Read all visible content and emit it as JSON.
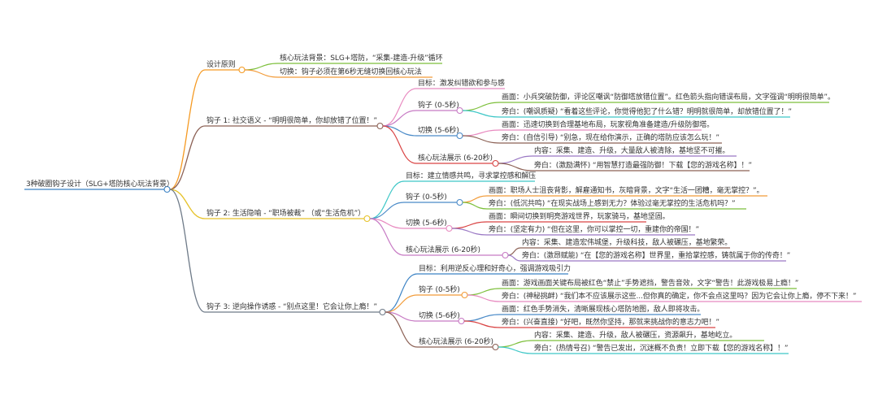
{
  "root": {
    "label": "3种破圈钩子设计（SLG+塔防核心玩法背景）",
    "color": "#3b82c4"
  },
  "branches": [
    {
      "label": "设计原则",
      "color": "#f59a23",
      "children": [
        {
          "label": "核心玩法背景：SLG+塔防，“采集-建造-升级”循环",
          "color": "#7cbf3a",
          "children": []
        },
        {
          "label": "切换：钩子必须在第6秒无缝切换回核心玩法",
          "color": "#f29b38",
          "children": []
        }
      ]
    },
    {
      "label": "钩子 1: 社交语义 - “明明很简单，你却放错了位置！”",
      "color": "#8c6155",
      "children": [
        {
          "label": "目标：激发纠错欲和参与感",
          "color": "#e88ac0",
          "children": []
        },
        {
          "label": "钩子 (0-5秒)",
          "color": "#c77ac4",
          "children": [
            {
              "label": "画面：小兵突破防御，评论区嘲讽“防御塔放错位置”。红色箭头指向错误布局，文字强调“明明很简单”。",
              "color": "#7cbf3a"
            },
            {
              "label": "旁白：(嘲讽质疑) “看着这些评论，你觉得他犯了什么错？明明就很简单，却放错位置了！”",
              "color": "#3ec7c7"
            }
          ]
        },
        {
          "label": "切换 (5-6秒)",
          "color": "#4b8bc8",
          "children": [
            {
              "label": "画面：迅速切换到合理基地布局，玩家视角准备建造/升级防御塔。",
              "color": "#e88ac0"
            },
            {
              "label": "旁白：(自信引导) “别急，现在给你演示，正确的塔防应该怎么玩！”",
              "color": "#8c6155"
            }
          ]
        },
        {
          "label": "核心玩法展示 (6-20秒)",
          "color": "#d94343",
          "children": [
            {
              "label": "内容：采集、建造、升级，大量敌人被清除，基地坚不可摧。",
              "color": "#9a78c4"
            },
            {
              "label": "旁白：(激励满怀) “用智慧打造最强防御！下载【您的游戏名称】！”",
              "color": "#8c6155"
            }
          ]
        }
      ]
    },
    {
      "label": "钩子 2: 生活隐喻 - “职场被裁” （或“生活危机”）",
      "color": "#e6c229",
      "children": [
        {
          "label": "目标：建立情感共鸣，寻求掌控感和解压",
          "color": "#3ec7c7",
          "children": []
        },
        {
          "label": "钩子 (0-5秒)",
          "color": "#4b8bc8",
          "children": [
            {
              "label": "画面：职场人士沮丧背影，解雇通知书，灰暗背景，文字“生活一团糟，毫无掌控？”。",
              "color": "#f29b38"
            },
            {
              "label": "旁白：(低沉共鸣) “在现实战场上感到无力？体验过毫无掌控的生活危机吗？”",
              "color": "#7cbf3a"
            }
          ]
        },
        {
          "label": "切换 (5-6秒)",
          "color": "#e88ac0",
          "children": [
            {
              "label": "画面：瞬间切换到明亮游戏世界，玩家骑马，基地坚固。",
              "color": "#d94343"
            },
            {
              "label": "旁白：(坚定有力) “但在这里，你可以掌控一切，重建你的帝国！”",
              "color": "#9a78c4"
            }
          ]
        },
        {
          "label": "核心玩法展示 (6-20秒)",
          "color": "#c77ac4",
          "children": [
            {
              "label": "内容：采集、建造宏伟城堡，升级科技，敌人被碾压，基地繁荣。",
              "color": "#8c6155"
            },
            {
              "label": "旁白：(激昂赋能) “在【您的游戏名称】世界里，重拾掌控感，铸就属于你的传奇！”",
              "color": "#9a78c4"
            }
          ]
        }
      ]
    },
    {
      "label": "钩子 3: 逆向操作诱惑 - “别点这里！它会让你上瘾！”",
      "color": "#6e7a88",
      "children": [
        {
          "label": "目标：利用逆反心理和好奇心，强调游戏吸引力",
          "color": "#3b82c4",
          "children": []
        },
        {
          "label": "钩子 (0-5秒)",
          "color": "#f29b38",
          "children": [
            {
              "label": "画面：游戏画面关键布局被红色“禁止”手势遮挡，警告音效，文字“警告！此游戏极易上瘾！”",
              "color": "#7cbf3a"
            },
            {
              "label": "旁白：(神秘挑衅) “我们本不应该展示这些...但你真的确定，你不会点这里吗？因为它会让你上瘾，停不下来！”",
              "color": "#e88ac0"
            }
          ]
        },
        {
          "label": "切换 (5-6秒)",
          "color": "#c77ac4",
          "children": [
            {
              "label": "画面：红色手势消失，清晰展现核心塔防地图，敌人即将攻击。",
              "color": "#4b8bc8"
            },
            {
              "label": "旁白：(兴奋直接) “好吧，既然你坚持，那就来挑战你的意志力吧！”",
              "color": "#d94343"
            }
          ]
        },
        {
          "label": "核心玩法展示 (6-20秒)",
          "color": "#8c6155",
          "children": [
            {
              "label": "内容：采集、建造、升级，敌人被碾压，资源飙升，基地屹立。",
              "color": "#7cbf3a"
            },
            {
              "label": "旁白：(热情号召) “警告已发出，沉迷概不负责！立即下载【您的游戏名称】！”",
              "color": "#3ec7c7"
            }
          ]
        }
      ]
    }
  ]
}
